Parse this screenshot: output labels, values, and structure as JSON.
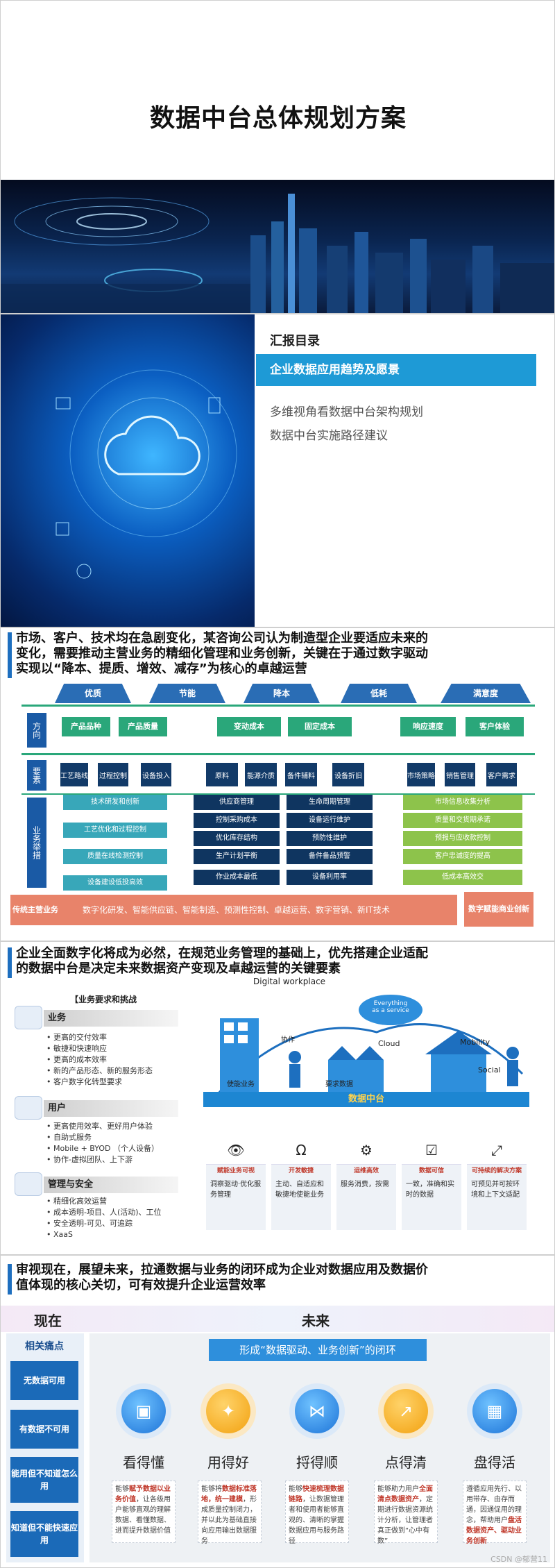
{
  "slide1": {
    "title": "数据中台总体规划方案"
  },
  "slide2": {
    "agenda_title": "汇报目录",
    "items": [
      "企业数据应用趋势及愿景",
      "多维视角看数据中台架构规划",
      "数据中台实施路径建议"
    ]
  },
  "slide3": {
    "heading": [
      "市场、客户、技术均在急剧变化，某咨询公司认为制造型企业要适应未来的",
      "变化，需要推动主营业务的精细化管理和业务创新，关键在于通过数字驱动",
      "实现以“降本、提质、增效、减存”为核心的卓越运营"
    ],
    "goals": [
      "优质",
      "节能",
      "降本",
      "低耗",
      "满意度"
    ],
    "row_labels": [
      "方向",
      "要素",
      "业务举措"
    ],
    "directions": [
      "产品品种",
      "产品质量",
      "变动成本",
      "固定成本",
      "响应速度",
      "客户体验"
    ],
    "elements": [
      "工艺路线",
      "过程控制",
      "设备投入",
      "原料",
      "能源介质",
      "备件辅料",
      "设备折旧",
      "市场策略",
      "销售管理",
      "客户需求"
    ],
    "measures_col1": [
      "技术研发和创新",
      "工艺优化和过程控制",
      "质量在线检测控制",
      "设备建设低投高效"
    ],
    "measures_col2": [
      "供应商管理",
      "控制采购成本",
      "优化库存结构",
      "生产计划平衡",
      "作业成本最低"
    ],
    "measures_col3": [
      "生命周期管理",
      "设备运行维护",
      "预防性维护",
      "备件备品预警",
      "设备利用率"
    ],
    "measures_col4": [
      "市场信息收集分析",
      "质量和交货期承诺",
      "预报与应收款控制",
      "客户忠诚度的提高",
      "低成本高效交"
    ],
    "bottom_left": "传统主营业务",
    "bottom_bar": "数字化研发、智能供应链、智能制造、预测性控制、卓越运营、数字营销、新IT技术",
    "bottom_right": "数字赋能商业创新"
  },
  "slide4": {
    "heading": [
      "企业全面数字化将成为必然，在规范业务管理的基础上，优先搭建企业适配",
      "的数据中台是决定未来数据资产变现及卓越运营的关键要素"
    ],
    "section_title": "【业务要求和挑战",
    "categories": [
      {
        "label": "业务",
        "bullets": [
          "更高的交付效率",
          "敏捷和快速响应",
          "更高的成本效率",
          "新的产品形态、新的服务形态",
          "客户数字化转型要求"
        ]
      },
      {
        "label": "用户",
        "bullets": [
          "更高使用效率、更好用户体验",
          "自助式服务",
          "Mobile + BYOD （个人设备）",
          "协作-虚拟团队、上下游"
        ]
      },
      {
        "label": "管理与安全",
        "bullets": [
          "精细化高效运营",
          "成本透明-项目、人(活动)、工位",
          "安全透明-可见、可追踪",
          "XaaS"
        ]
      }
    ],
    "digital_workplace": "Digital workplace",
    "cloud_service": "Everything as a service",
    "cloud": "Cloud",
    "mobility": "Mobility",
    "social": "Social",
    "collab": "协作",
    "use_service": "使能业务",
    "req_data": "要求数据",
    "platform": "数据中台",
    "columns": [
      {
        "label": "赋能业务可视",
        "desc": "洞察驱动·优化服务管理"
      },
      {
        "label": "开发敏捷",
        "desc": "主动、自适应和敏捷地使能业务"
      },
      {
        "label": "运维高效",
        "desc": "服务消费，按需"
      },
      {
        "label": "数据可信",
        "desc": "一致，准确和实时的数据"
      },
      {
        "label": "可持续的解决方案",
        "desc": "可预见并可按环境和上下文适配"
      }
    ]
  },
  "slide5": {
    "heading": [
      "审视现在，展望未来，拉通数据与业务的闭环成为企业对数据应用及数据价",
      "值体现的核心关切，可有效提升企业运营效率"
    ],
    "now": "现在",
    "future": "未来",
    "pain_title": "相关痛点",
    "pains": [
      "无数据可用",
      "有数据不可用",
      "能用但不知道怎么用",
      "知道但不能快速应用"
    ],
    "banner": "形成“数据驱动、业务创新”的闭环",
    "goals": [
      "看得懂",
      "用得好",
      "捋得顺",
      "点得清",
      "盘得活"
    ],
    "descs": [
      {
        "pre": "能够",
        "hl": "赋予数据以业务价值",
        "post": "，让各级用户能够直观的理解数据、看懂数据、进而提升数据价值"
      },
      {
        "pre": "能够将",
        "hl": "数据标准落地，统一建模",
        "post": "，形成质量控制闭力，并以此为基础直接向应用输出数据服务"
      },
      {
        "pre": "能够",
        "hl": "快速梳理数据链路",
        "post": "，让数据管理者和使用者能够直观的、清晰的掌握数据应用与服务路径"
      },
      {
        "pre": "能够助力用户",
        "hl": "全面清点数据资产",
        "post": "，定期进行数据资源统计分析，让管理者真正做到“心中有数”"
      },
      {
        "pre": "遵循应用先行、以用带存、由存而通，因通促用的理念，帮助用户",
        "hl": "盘活数据资产、驱动业务创新",
        "post": ""
      }
    ],
    "watermark": "CSDN @郁营11"
  },
  "colors": {
    "accent_blue": "#1e9ad6",
    "green": "#2aa77a",
    "navy": "#0f3560",
    "orange": "#e8836a"
  }
}
